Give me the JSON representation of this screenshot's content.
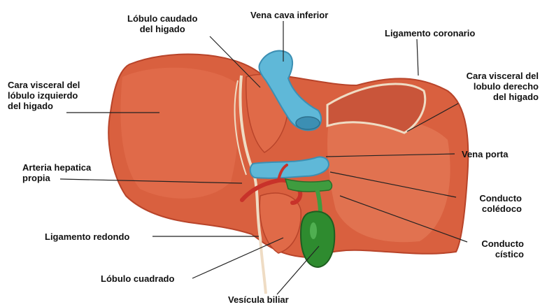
{
  "figure": {
    "colors": {
      "liver": "#d9603f",
      "liver_shadow": "#b8442a",
      "liver_highlight": "#ec8a66",
      "vein_blue": "#5fb8d8",
      "vein_blue_dark": "#3c8fb3",
      "gallbladder": "#2e8b2f",
      "bile_duct_green": "#3f9c3f",
      "artery_red": "#c8322a",
      "ligament": "#efdcc4",
      "leader_line": "#222222"
    },
    "labels": {
      "caudate_lobe": "Lóbulo caudado\ndel higado",
      "ivc": "Vena cava inferior",
      "coronary_ligament": "Ligamento coronario",
      "left_visceral": "Cara visceral del\nlóbulo izquierdo\ndel higado",
      "right_visceral": "Cara visceral del\nlobulo derecho\ndel higado",
      "portal_vein": "Vena porta",
      "hepatic_artery": "Arteria hepatica\npropia",
      "common_bile_duct": "Conducto\ncolédoco",
      "round_ligament": "Ligamento redondo",
      "cystic_duct": "Conducto\ncístico",
      "quadrate_lobe": "Lóbulo cuadrado",
      "gallbladder": "Vesícula biliar"
    }
  }
}
